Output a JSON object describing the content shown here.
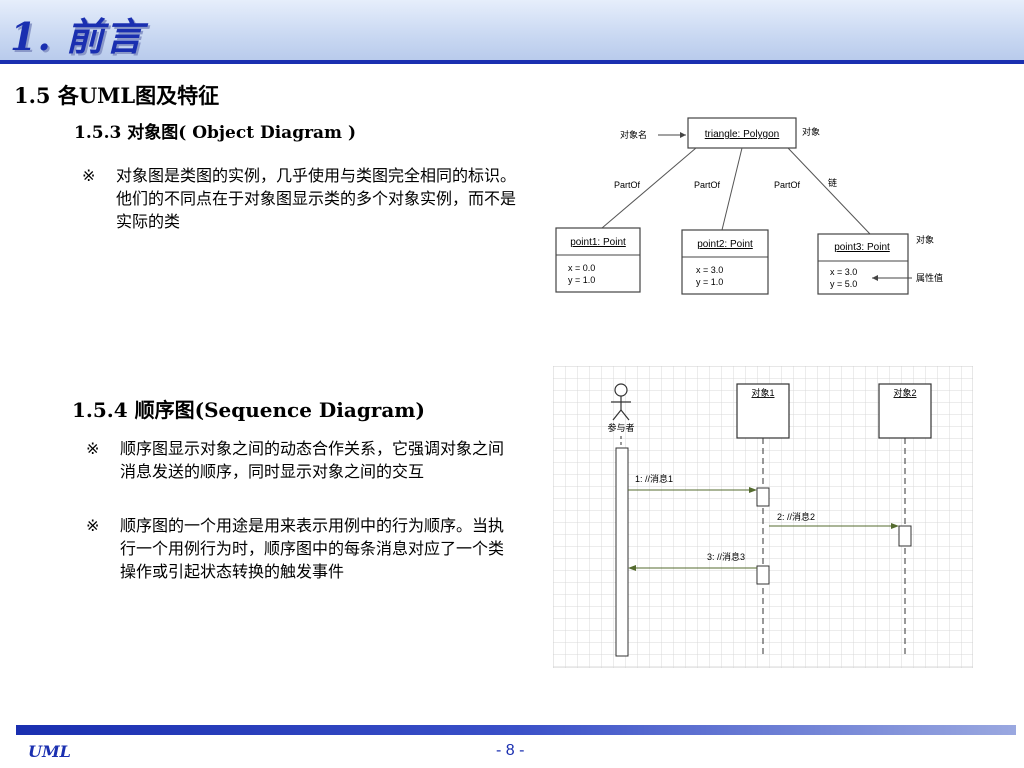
{
  "slide": {
    "title": "1. 前言",
    "section_heading": "1.5 各UML图及特征",
    "object_heading": "1.5.3  对象图( Object Diagram )",
    "sequence_heading": "1.5.4  顺序图(Sequence Diagram)",
    "bullet_mark": "※",
    "bullets": {
      "object": "对象图是类图的实例，几乎使用与类图完全相同的标识。他们的不同点在于对象图显示类的多个对象实例，而不是实际的类",
      "sequence_1": "顺序图显示对象之间的动态合作关系，它强调对象之间消息发送的顺序，同时显示对象之间的交互",
      "sequence_2": "顺序图的一个用途是用来表示用例中的行为顺序。当执行一个用例行为时，顺序图中的每条消息对应了一个类操作或引起状态转换的触发事件"
    }
  },
  "object_diagram": {
    "top_object": "triangle: Polygon",
    "label_object_name": "对象名",
    "label_object_top": "对象",
    "link_labels": [
      "PartOf",
      "PartOf",
      "PartOf"
    ],
    "label_link": "链",
    "label_object_right": "对象",
    "label_attribute": "属性值",
    "points": [
      {
        "name": "point1: Point",
        "x": "x = 0.0",
        "y": "y = 1.0"
      },
      {
        "name": "point2: Point",
        "x": "x = 3.0",
        "y": "y = 1.0"
      },
      {
        "name": "point3: Point",
        "x": "x = 3.0",
        "y": "y = 5.0"
      }
    ]
  },
  "sequence_diagram": {
    "actor": "参与者",
    "objects": [
      "对象1",
      "对象2"
    ],
    "messages": [
      "1: //消息1",
      "2: //消息2",
      "3: //消息3"
    ]
  },
  "footer": {
    "left": "UML",
    "page": "- 8 -"
  },
  "colors": {
    "title": "#1a2fb0",
    "footer_bar": "#1a2fb0",
    "grid": "#d8d8d8"
  }
}
